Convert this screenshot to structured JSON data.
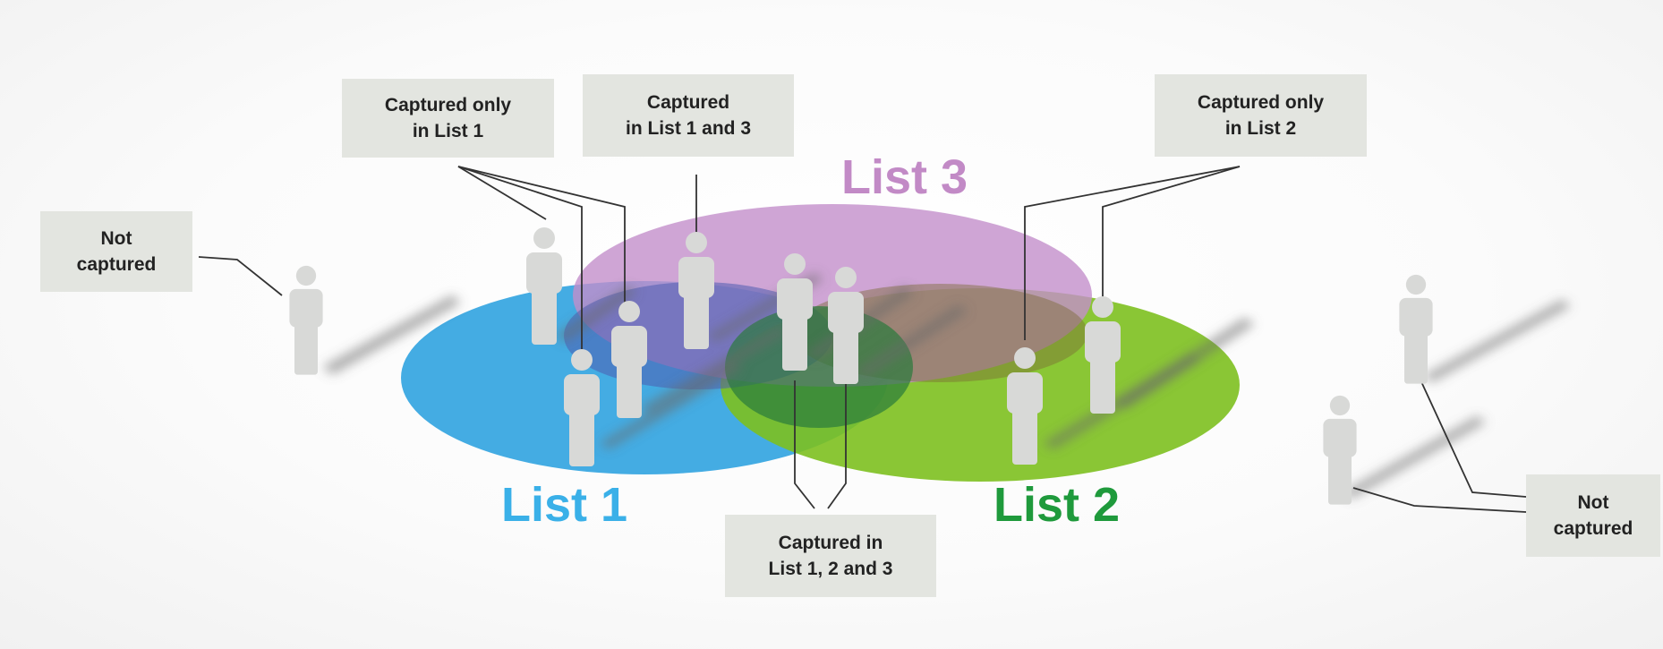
{
  "sets": {
    "list1": {
      "label": "List 1",
      "color": "#3ab0e8"
    },
    "list2": {
      "label": "List 2",
      "color": "#1f9a3c",
      "fill": "#7cc21e"
    },
    "list3": {
      "label": "List 3",
      "color": "#c28ac6"
    }
  },
  "callouts": {
    "only_list1": {
      "line1": "Captured only",
      "line2": "in List 1"
    },
    "list1_and_3": {
      "line1": "Captured",
      "line2": "in List 1 and 3"
    },
    "only_list2": {
      "line1": "Captured only",
      "line2": "in List 2"
    },
    "not_captured_left": {
      "line1": "Not",
      "line2": "captured"
    },
    "all_three": {
      "line1": "Captured in",
      "line2": "List 1, 2 and 3"
    },
    "not_captured_right": {
      "line1": "Not",
      "line2": "captured"
    }
  }
}
